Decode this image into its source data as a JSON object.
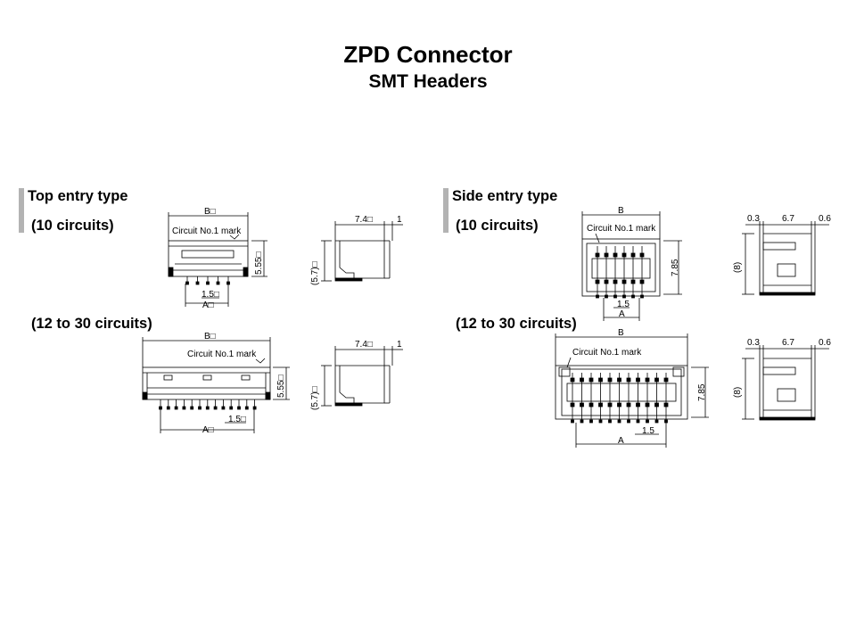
{
  "header": {
    "title": "ZPD Connector",
    "subtitle": "SMT Headers"
  },
  "top_entry": {
    "heading": "Top entry type",
    "ten": {
      "label": "(10 circuits)",
      "mark": "Circuit No.1 mark",
      "dim_b": "B□",
      "dim_a": "A□",
      "pitch": "1.5□",
      "height": "5.55□",
      "side_w": "7.4□",
      "side_t": "1",
      "side_h": "(5.7)□"
    },
    "multi": {
      "label": "(12 to 30 circuits)",
      "mark": "Circuit No.1 mark",
      "dim_b": "B□",
      "dim_a": "A□",
      "pitch": "1.5□",
      "height": "5.55□",
      "side_w": "7.4□",
      "side_t": "1",
      "side_h": "(5.7)□"
    }
  },
  "side_entry": {
    "heading": "Side entry type",
    "ten": {
      "label": "(10 circuits)",
      "mark": "Circuit No.1 mark",
      "dim_b": "B",
      "dim_a": "A",
      "pitch": "1.5",
      "height": "7.85",
      "side_l": "0.3",
      "side_m": "6.7",
      "side_r": "0.6",
      "side_h": "(8)"
    },
    "multi": {
      "label": "(12 to 30 circuits)",
      "mark": "Circuit No.1 mark",
      "dim_b": "B",
      "dim_a": "A",
      "pitch": "1.5",
      "height": "7.85",
      "side_l": "0.3",
      "side_m": "6.7",
      "side_r": "0.6",
      "side_h": "(8)"
    }
  }
}
